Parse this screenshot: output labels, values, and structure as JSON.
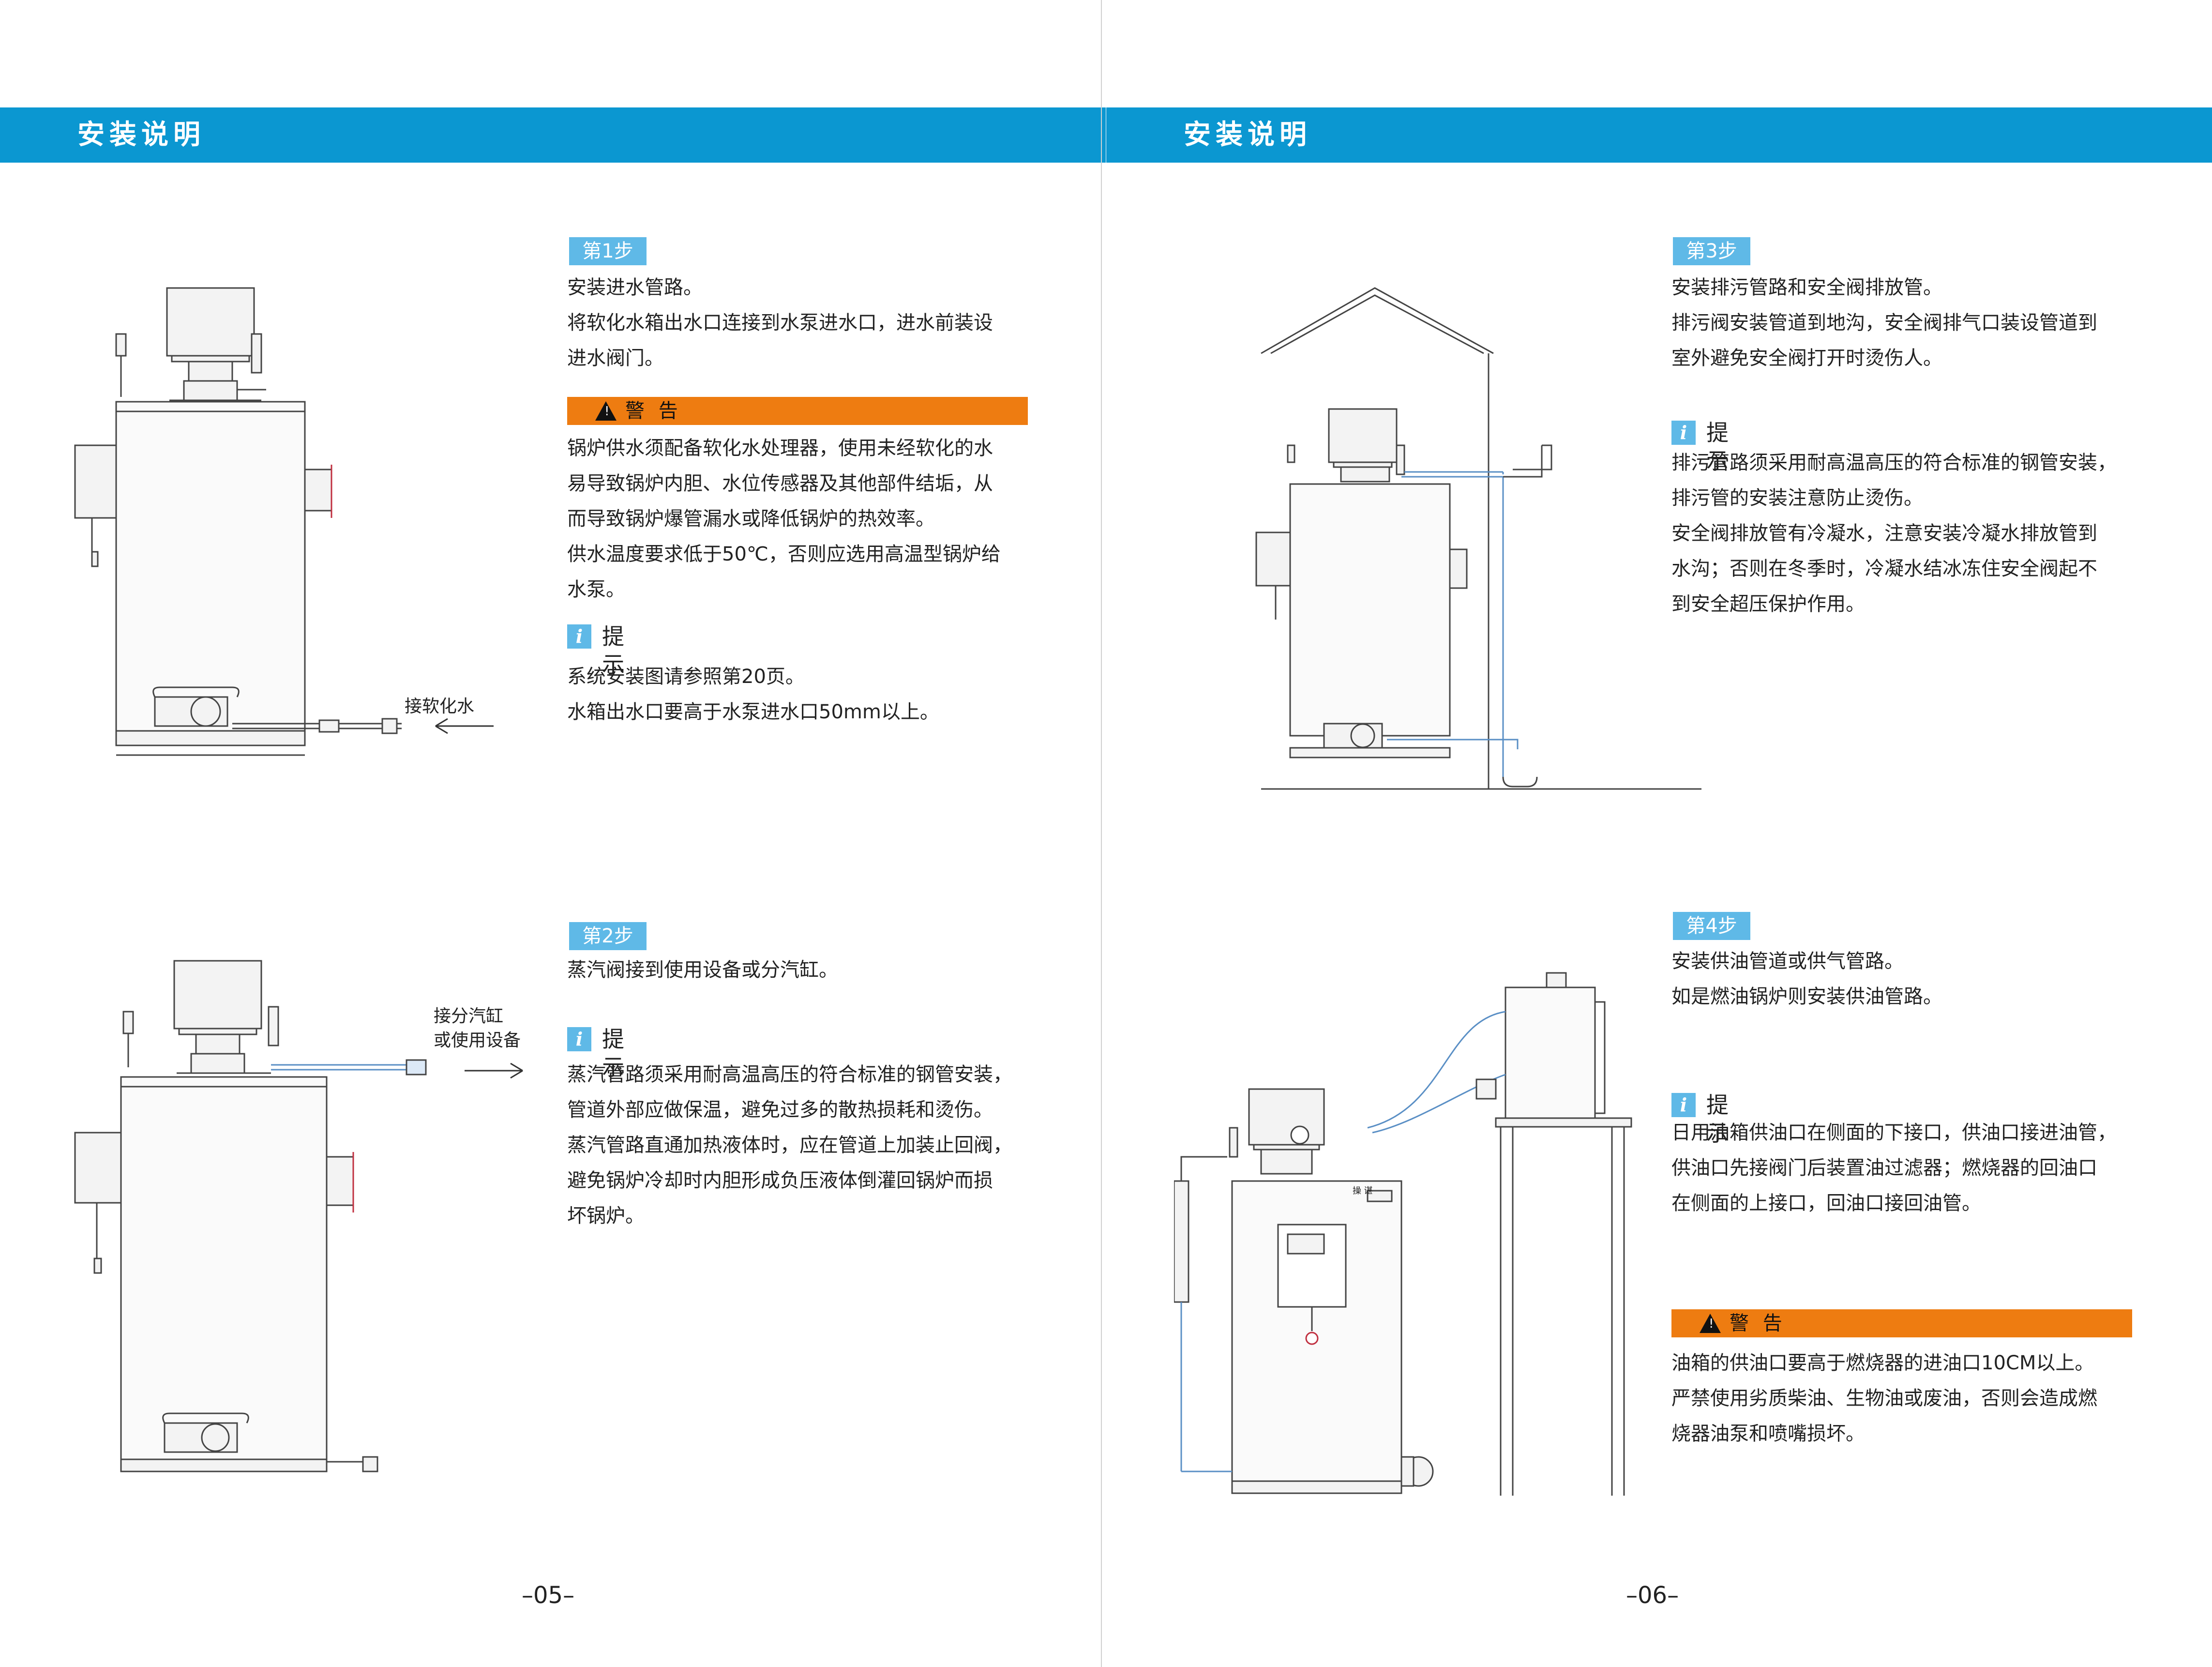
{
  "left": {
    "header_title": "安装说明",
    "page_number": "–05–",
    "step1": {
      "badge": "第1步",
      "text": "安装进水管路。\n将软化水箱出水口连接到水泵进水口，进水前装设\n进水阀门。",
      "warning_label": "警 告",
      "warning_text": "锅炉供水须配备软化水处理器，使用未经软化的水\n易导致锅炉内胆、水位传感器及其他部件结垢，从\n而导致锅炉爆管漏水或降低锅炉的热效率。\n供水温度要求低于50℃，否则应选用高温型锅炉给\n水泵。",
      "tip_label": "提示",
      "tip_text": "系统安装图请参照第20页。\n水箱出水口要高于水泵进水口50mm以上。",
      "callout": "接软化水"
    },
    "step2": {
      "badge": "第2步",
      "text": "蒸汽阀接到使用设备或分汽缸。",
      "tip_label": "提示",
      "tip_text": "蒸汽管路须采用耐高温高压的符合标准的钢管安装，\n管道外部应做保温，避免过多的散热损耗和烫伤。\n蒸汽管路直通加热液体时，应在管道上加装止回阀，\n避免锅炉冷却时内胆形成负压液体倒灌回锅炉而损\n坏锅炉。",
      "callout": "接分汽缸\n或使用设备"
    }
  },
  "right": {
    "header_title": "安装说明",
    "page_number": "–06–",
    "step3": {
      "badge": "第3步",
      "text": "安装排污管路和安全阀排放管。\n排污阀安装管道到地沟，安全阀排气口装设管道到\n室外避免安全阀打开时烫伤人。",
      "tip_label": "提示",
      "tip_text": "排污管路须采用耐高温高压的符合标准的钢管安装，\n排污管的安装注意防止烫伤。\n安全阀排放管有冷凝水，注意安装冷凝水排放管到\n水沟；否则在冬季时，冷凝水结冰冻住安全阀起不\n到安全超压保护作用。"
    },
    "step4": {
      "badge": "第4步",
      "text": "安装供油管道或供气管路。\n如是燃油锅炉则安装供油管路。",
      "tip_label": "提示",
      "tip_text": "日用油箱供油口在侧面的下接口，供油口接进油管，\n供油口先接阀门后装置油过滤器；燃烧器的回油口\n在侧面的上接口，回油口接回油管。",
      "warning_label": "警 告",
      "warning_text": "油箱的供油口要高于燃烧器的进油口10CM以上。\n严禁使用劣质柴油、生物油或废油，否则会造成燃\n烧器油泵和喷嘴损坏。",
      "panel_label": "操 谌"
    }
  },
  "colors": {
    "header": "#0b97d1",
    "badge": "#5fb9e7",
    "warning": "#ee7c11"
  }
}
